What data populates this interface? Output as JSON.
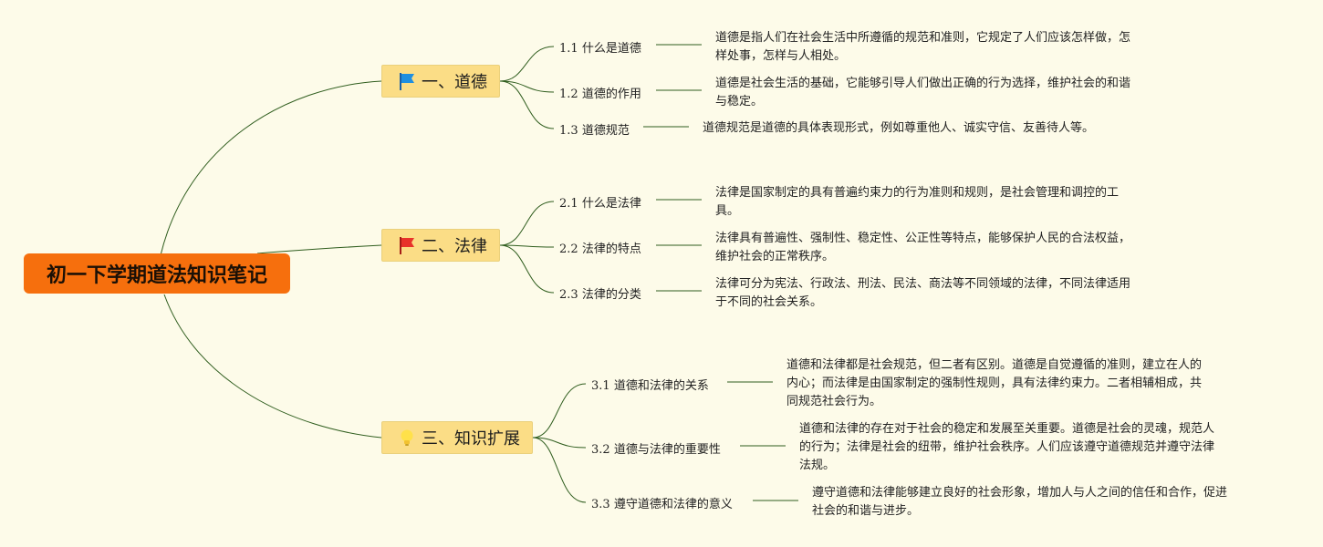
{
  "root": {
    "title": "初一下学期道法知识笔记"
  },
  "topics": [
    {
      "label": "一、道德",
      "icon": "blue-flag-icon",
      "subs": [
        {
          "num": "1.1",
          "label": "什么是道德",
          "note": "道德是指人们在社会生活中所遵循的规范和准则，它规定了人们应该怎样做，怎\n样处事，怎样与人相处。"
        },
        {
          "num": "1.2",
          "label": "道德的作用",
          "note": "道德是社会生活的基础，它能够引导人们做出正确的行为选择，维护社会的和谐\n与稳定。"
        },
        {
          "num": "1.3",
          "label": "道德规范",
          "note": "道德规范是道德的具体表现形式，例如尊重他人、诚实守信、友善待人等。"
        }
      ]
    },
    {
      "label": "二、法律",
      "icon": "red-flag-icon",
      "subs": [
        {
          "num": "2.1",
          "label": "什么是法律",
          "note": "法律是国家制定的具有普遍约束力的行为准则和规则，是社会管理和调控的工\n具。"
        },
        {
          "num": "2.2",
          "label": "法律的特点",
          "note": "法律具有普遍性、强制性、稳定性、公正性等特点，能够保护人民的合法权益，\n维护社会的正常秩序。"
        },
        {
          "num": "2.3",
          "label": "法律的分类",
          "note": "法律可分为宪法、行政法、刑法、民法、商法等不同领域的法律，不同法律适用\n于不同的社会关系。"
        }
      ]
    },
    {
      "label": "三、知识扩展",
      "icon": "lightbulb-icon",
      "subs": [
        {
          "num": "3.1",
          "label": "道德和法律的关系",
          "note": "道德和法律都是社会规范，但二者有区别。道德是自觉遵循的准则，建立在人的\n内心；而法律是由国家制定的强制性规则，具有法律约束力。二者相辅相成，共\n同规范社会行为。"
        },
        {
          "num": "3.2",
          "label": "道德与法律的重要性",
          "note": "道德和法律的存在对于社会的稳定和发展至关重要。道德是社会的灵魂，规范人\n的行为；法律是社会的纽带，维护社会秩序。人们应该遵守道德规范并遵守法律\n法规。"
        },
        {
          "num": "3.3",
          "label": "遵守道德和法律的意义",
          "note": "遵守道德和法律能够建立良好的社会形象，增加人与人之间的信任和合作，促进\n社会的和谐与进步。"
        }
      ]
    }
  ],
  "colors": {
    "background": "#fdfbe9",
    "root_fill": "#f66f0d",
    "topic_fill": "#fbdd86",
    "connector": "#2f5d1e",
    "flag_blue": "#1f8fe0",
    "flag_red": "#e8322a",
    "bulb": "#ffe14a"
  }
}
